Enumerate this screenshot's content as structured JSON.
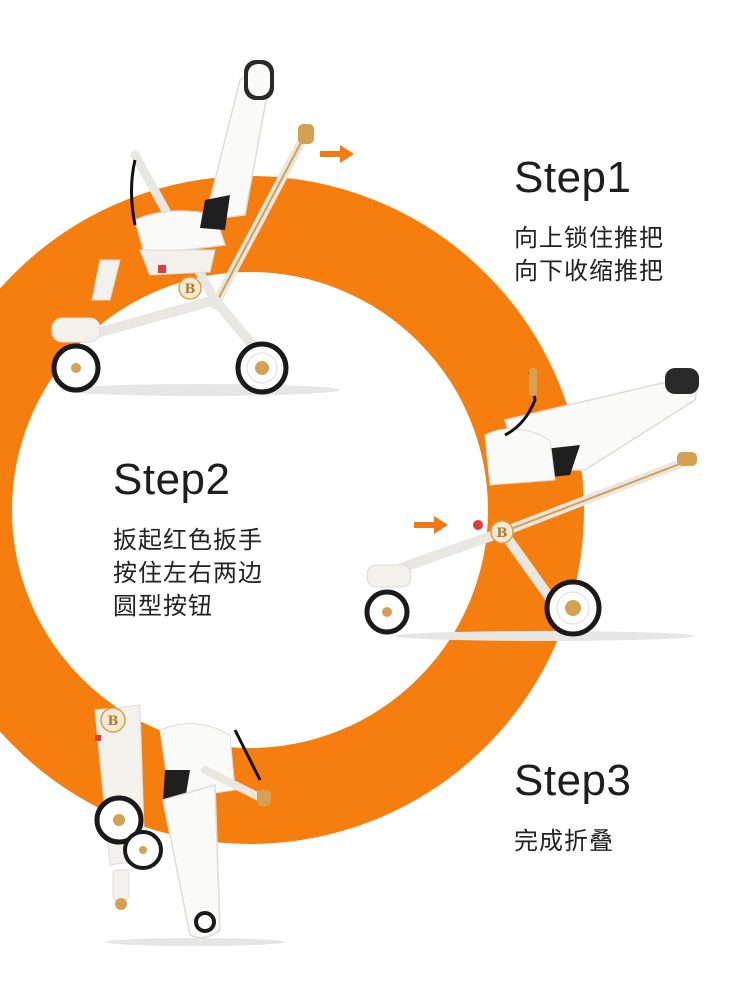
{
  "colors": {
    "ring": "#f57e0e",
    "arrow": "#f27a12",
    "frame": "#f3f1ec",
    "seat": "#fafaf8",
    "tire": "#1a1a1a",
    "gold": "#d6a052",
    "accent_red": "#e23b3b"
  },
  "steps": [
    {
      "title": "Step1",
      "lines": [
        "向上锁住推把",
        "向下收缩推把"
      ]
    },
    {
      "title": "Step2",
      "lines": [
        "扳起红色扳手",
        "按住左右两边",
        "圆型按钮"
      ]
    },
    {
      "title": "Step3",
      "lines": [
        "完成折叠"
      ]
    }
  ],
  "badges": {
    "logo_letter": "B"
  },
  "icons": [
    "arrow-right-icon"
  ]
}
